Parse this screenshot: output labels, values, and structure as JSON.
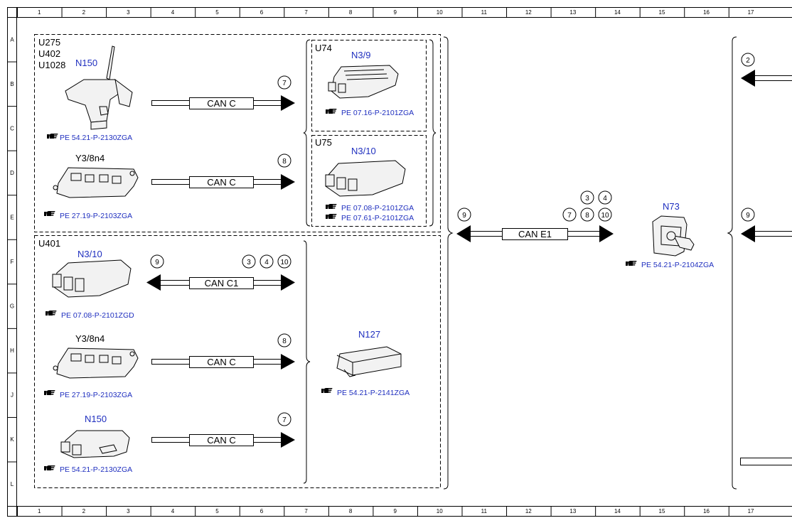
{
  "columns": [
    "1",
    "2",
    "3",
    "4",
    "5",
    "6",
    "7",
    "8",
    "9",
    "10",
    "11",
    "12",
    "13",
    "14",
    "15",
    "16",
    "17"
  ],
  "rows": [
    "A",
    "B",
    "C",
    "D",
    "E",
    "F",
    "G",
    "H",
    "J",
    "K",
    "L"
  ],
  "groups": {
    "top": [
      "U275",
      "U402",
      "U1028"
    ],
    "u74": "U74",
    "u75": "U75",
    "u401": "U401"
  },
  "components": {
    "n150_top": {
      "name": "N150",
      "ref": "PE 54.21-P-2130ZGA"
    },
    "y3_top": {
      "name": "Y3/8n4",
      "ref": "PE 27.19-P-2103ZGA"
    },
    "n39": {
      "name": "N3/9",
      "ref": "PE 07.16-P-2101ZGA"
    },
    "n310_top": {
      "name": "N3/10",
      "ref1": "PE 07.08-P-2101ZGA",
      "ref2": "PE 07.61-P-2101ZGA"
    },
    "n310_bot": {
      "name": "N3/10",
      "ref": "PE 07.08-P-2101ZGD"
    },
    "y3_bot": {
      "name": "Y3/8n4",
      "ref": "PE 27.19-P-2103ZGA"
    },
    "n150_bot": {
      "name": "N150",
      "ref": "PE 54.21-P-2130ZGA"
    },
    "n127": {
      "name": "N127",
      "ref": "PE 54.21-P-2141ZGA"
    },
    "n73": {
      "name": "N73",
      "ref": "PE 54.21-P-2104ZGA"
    }
  },
  "buses": {
    "b1": {
      "label": "CAN C",
      "circles": [
        "7"
      ]
    },
    "b2": {
      "label": "CAN C",
      "circles": [
        "8"
      ]
    },
    "b3": {
      "label": "CAN C1",
      "left": "9",
      "circles": [
        "3",
        "4",
        "10"
      ]
    },
    "b4": {
      "label": "CAN C",
      "circles": [
        "8"
      ]
    },
    "b5": {
      "label": "CAN C",
      "circles": [
        "7"
      ]
    },
    "e1": {
      "label": "CAN E1",
      "left": "9",
      "top": [
        "3",
        "4"
      ],
      "bottom": [
        "7",
        "8",
        "10"
      ]
    }
  },
  "right_edge": {
    "c1": "2",
    "c2": "9"
  }
}
